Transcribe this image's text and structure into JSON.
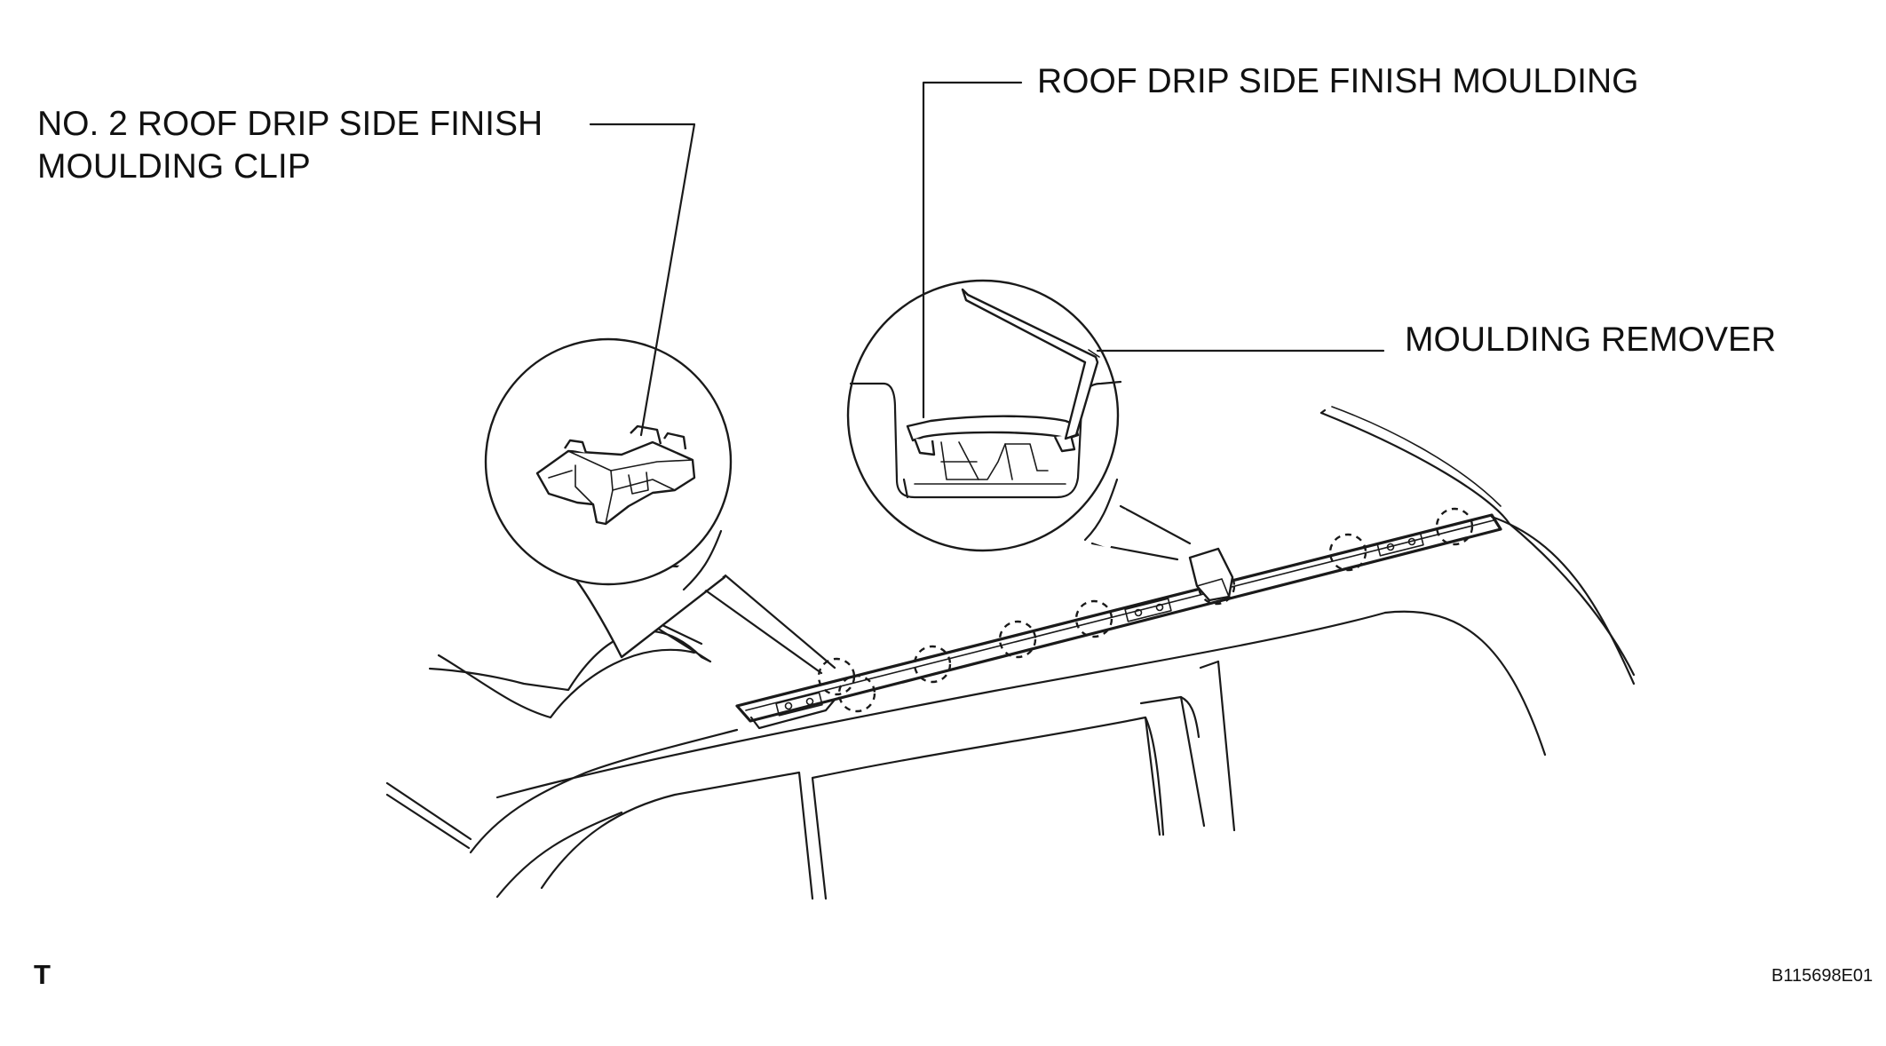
{
  "labels": {
    "clip_line_1": "NO. 2 ROOF DRIP SIDE FINISH",
    "clip_line_2": "MOULDING CLIP",
    "moulding": "ROOF DRIP SIDE FINISH MOULDING",
    "remover": "MOULDING REMOVER"
  },
  "corner_mark": "T",
  "figure_code": "B115698E01"
}
